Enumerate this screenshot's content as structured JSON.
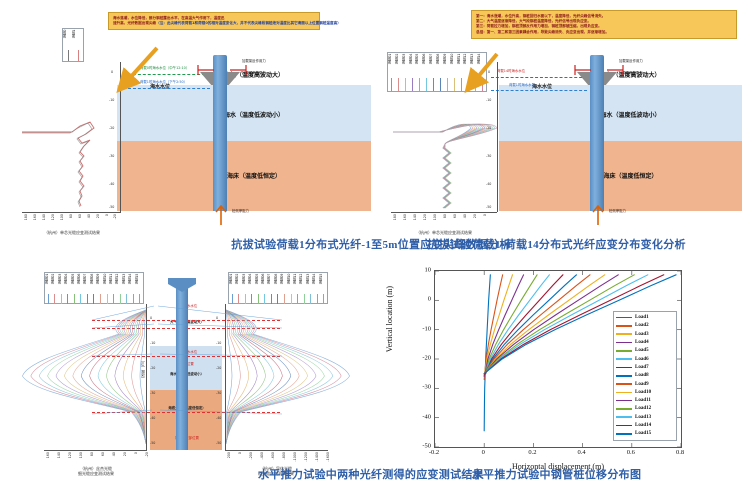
{
  "captions": {
    "top_left": "抗拔试验荷载1分布式光纤-1至5m位置应变尖峰数据分析",
    "top_right": "抗拔试验荷载1-荷载14分布式光纤应变分布变化分析",
    "bottom_left": "水平推力试验中两种光纤测得的应变测试结果",
    "bottom_right": "水平推力试验中钢管桩位移分布图"
  },
  "panel_top_left": {
    "callout": {
      "lines": [
        "海水落潮，水位降低，部分钢桩露出水平，在高温大气作用下，温度迅",
        "速升高，光纤数据出现尖峰"
      ],
      "note": "（注：此尖峰代表荷载1和荷载0的相对温度变化大，并不代表尖峰段钢桩绝对温度比其它海面以上位置钢桩温度高）"
    },
    "strata": [
      "大气（温度高波动大）",
      "海水（温度低波动小）",
      "海床（温度低恒定）"
    ],
    "labels": {
      "water_level": "海水水位",
      "tide_high": "荷载0时海水水位（中午12:10）",
      "tide_low": "荷载1时海水水位（下午2:50）",
      "load_reaction": "加载架反作用力",
      "load_friction": "加载架摩擦阻力",
      "pile_bottom": "桩侧摩阻力",
      "legend_title": "荷载0\n荷载1"
    },
    "x_axis_title": "（杭州）单芯光缆应变测试结果",
    "x_ticks": [
      "180",
      "160",
      "140",
      "120",
      "100",
      "80",
      "60",
      "40",
      "20",
      "0",
      "-20",
      "-40"
    ],
    "y_ticks": [
      "0",
      "-10",
      "-20",
      "-30",
      "-40",
      "-50"
    ]
  },
  "panel_top_right": {
    "callout": {
      "lines": [
        "第一：海水涨潮，水位升高，钢桩回归水面以下，温度降低，光纤尖峰信号消失。",
        "第二：大气温度逐渐降低，大气段钢桩温度降低，光纤信号出现负应变。",
        "第三：荷载拉力增加，钢桩顶部反作用力增加，钢桩顶部被压缩，出现负应变。",
        "总结：第一、第二和第三因素耦合作用，导致尖峰消失、负应变出现，并逐渐增加。"
      ]
    },
    "strata": [
      "大气（温度高波动大）",
      "海水（温度低波动小）",
      "海床（温度低恒定）"
    ],
    "labels": {
      "water_level": "海水水位",
      "tide_high": "荷载14时海水水位",
      "tide_low": "荷载1时海水水位",
      "load_reaction": "加载架反作用力",
      "load_friction": "加载架摩擦阻力",
      "pile_bottom": "桩侧摩阻力"
    },
    "legend_items": [
      "荷载01",
      "荷载02",
      "荷载03",
      "荷载04",
      "荷载05",
      "荷载06",
      "荷载07",
      "荷载08",
      "荷载09",
      "荷载10",
      "荷载11",
      "荷载12",
      "荷载13",
      "荷载14"
    ],
    "x_axis_title": "（杭州）单芯光缆应变测试结果",
    "x_ticks": [
      "180",
      "160",
      "140",
      "120",
      "100",
      "80",
      "60",
      "40",
      "20",
      "0",
      "-20",
      "-40"
    ],
    "y_ticks": [
      "0",
      "-10",
      "-20",
      "-30",
      "-40",
      "-50"
    ]
  },
  "panel_bottom_left": {
    "legend_items": [
      "荷载01",
      "荷载02",
      "荷载03",
      "荷载04",
      "荷载05",
      "荷载06",
      "荷载07",
      "荷载08",
      "荷载09",
      "荷载10",
      "荷载11",
      "荷载12",
      "荷载13",
      "荷载14",
      "荷载15"
    ],
    "center_labels": {
      "tide_high": "涨潮海水水位",
      "air": "大气（温度高波动大）",
      "tide_low": "退潮海水水位",
      "seabed_pos": "海床位置",
      "sea": "海水（温度低波动小）",
      "soil": "海底土层（温度低恒定）",
      "pile_bottom": "钢管桩底部位置"
    },
    "left_chart": {
      "x_axis_title": "（杭州）丝杰光缆\n细光缆应变测试结果",
      "x_ticks": [
        "160",
        "140",
        "120",
        "100",
        "80",
        "60",
        "40",
        "20",
        "0",
        "-20"
      ]
    },
    "right_chart": {
      "x_axis_title": "（杭州）导体光缆\n粗光缆应变测试结果",
      "x_ticks": [
        "200",
        "0",
        "-200",
        "-400",
        "-600",
        "-800",
        "-1000",
        "-1200",
        "-1400",
        "-1600"
      ]
    },
    "y_axis_title": "深度（m）",
    "y_ticks": [
      "0",
      "-10",
      "-20",
      "-30",
      "-40",
      "-50"
    ]
  },
  "chart_data": {
    "type": "line",
    "title": "",
    "xlabel": "Horizontal displacement (m)",
    "ylabel": "Vertical location (m)",
    "xlim": [
      -0.2,
      0.8
    ],
    "ylim": [
      -50,
      10
    ],
    "x_ticks": [
      "-0.2",
      "0",
      "0.2",
      "0.4",
      "0.6",
      "0.8"
    ],
    "y_ticks": [
      "10",
      "0",
      "-10",
      "-20",
      "-30",
      "-40",
      "-50"
    ],
    "grid": false,
    "legend_position": "right-bottom",
    "legend": [
      "Load1",
      "Load2",
      "Load3",
      "Load4",
      "Load5",
      "Load6",
      "Load7",
      "Load8",
      "Load9",
      "Load10",
      "Load11",
      "Load12",
      "Load13",
      "Load14",
      "Load15"
    ],
    "colors": [
      "#0072BD",
      "#D95319",
      "#EDB120",
      "#7E2F8E",
      "#77AC30",
      "#4DBEEE",
      "#A2142F",
      "#0072BD",
      "#D95319",
      "#EDB120",
      "#7E2F8E",
      "#77AC30",
      "#4DBEEE",
      "#A2142F",
      "#0072BD"
    ],
    "description": "Pile lateral deflection curves: vertical location (m) vs horizontal displacement (m) for 15 load steps. Each curve starts near zero displacement at the pile toe (-44 m for Load1, rising to about -25 m for higher loads) and increases monotonically toward the pile head at +8.7 m.",
    "series": [
      {
        "name": "Load1",
        "head_displacement": 0.025,
        "toe_depth": -44.5,
        "y": [
          8.7,
          5,
          0,
          -5,
          -10,
          -15,
          -20,
          -25,
          -30,
          -35,
          -40,
          -44.5
        ],
        "x": [
          0.025,
          0.022,
          0.018,
          0.015,
          0.012,
          0.009,
          0.006,
          0.004,
          0.002,
          0.001,
          0.0005,
          0
        ]
      },
      {
        "name": "Load2",
        "head_displacement": 0.075,
        "toe_depth": -27.0,
        "y": [
          8.7,
          5,
          0,
          -5,
          -10,
          -15,
          -20,
          -25,
          -27
        ],
        "x": [
          0.075,
          0.065,
          0.052,
          0.04,
          0.028,
          0.017,
          0.008,
          0.002,
          0
        ]
      },
      {
        "name": "Load3",
        "head_displacement": 0.115,
        "toe_depth": -26.0,
        "y": [
          8.7,
          5,
          0,
          -5,
          -10,
          -15,
          -20,
          -25,
          -26
        ],
        "x": [
          0.115,
          0.1,
          0.08,
          0.061,
          0.042,
          0.025,
          0.011,
          0.002,
          0
        ]
      },
      {
        "name": "Load4",
        "head_displacement": 0.16,
        "toe_depth": -26.0,
        "y": [
          8.7,
          5,
          0,
          -5,
          -10,
          -15,
          -20,
          -25,
          -26
        ],
        "x": [
          0.16,
          0.139,
          0.112,
          0.085,
          0.059,
          0.035,
          0.015,
          0.003,
          0
        ]
      },
      {
        "name": "Load5",
        "head_displacement": 0.215,
        "toe_depth": -25.5,
        "y": [
          8.7,
          5,
          0,
          -5,
          -10,
          -15,
          -20,
          -25,
          -25.5
        ],
        "x": [
          0.215,
          0.187,
          0.15,
          0.114,
          0.079,
          0.047,
          0.02,
          0.004,
          0
        ]
      },
      {
        "name": "Load6",
        "head_displacement": 0.265,
        "toe_depth": -25.5,
        "y": [
          8.7,
          5,
          0,
          -5,
          -10,
          -15,
          -20,
          -25,
          -25.5
        ],
        "x": [
          0.265,
          0.23,
          0.185,
          0.14,
          0.097,
          0.058,
          0.025,
          0.005,
          0
        ]
      },
      {
        "name": "Load7",
        "head_displacement": 0.32,
        "toe_depth": -25.5,
        "y": [
          8.7,
          5,
          0,
          -5,
          -10,
          -15,
          -20,
          -25,
          -25.5
        ],
        "x": [
          0.32,
          0.278,
          0.224,
          0.17,
          0.118,
          0.07,
          0.03,
          0.006,
          0
        ]
      },
      {
        "name": "Load8",
        "head_displacement": 0.375,
        "toe_depth": -25.0,
        "y": [
          8.7,
          5,
          0,
          -5,
          -10,
          -15,
          -20,
          -25
        ],
        "x": [
          0.375,
          0.326,
          0.263,
          0.199,
          0.138,
          0.082,
          0.035,
          0
        ]
      },
      {
        "name": "Load9",
        "head_displacement": 0.43,
        "toe_depth": -25.0,
        "y": [
          8.7,
          5,
          0,
          -5,
          -10,
          -15,
          -20,
          -25
        ],
        "x": [
          0.43,
          0.374,
          0.302,
          0.229,
          0.159,
          0.094,
          0.04,
          0
        ]
      },
      {
        "name": "Load10",
        "head_displacement": 0.49,
        "toe_depth": -25.0,
        "y": [
          8.7,
          5,
          0,
          -5,
          -10,
          -15,
          -20,
          -25
        ],
        "x": [
          0.49,
          0.426,
          0.344,
          0.261,
          0.181,
          0.108,
          0.046,
          0
        ]
      },
      {
        "name": "Load11",
        "head_displacement": 0.545,
        "toe_depth": -25.0,
        "y": [
          8.7,
          5,
          0,
          -5,
          -10,
          -15,
          -20,
          -25
        ],
        "x": [
          0.545,
          0.474,
          0.382,
          0.29,
          0.201,
          0.12,
          0.051,
          0
        ]
      },
      {
        "name": "Load12",
        "head_displacement": 0.61,
        "toe_depth": -25.0,
        "y": [
          8.7,
          5,
          0,
          -5,
          -10,
          -15,
          -20,
          -25
        ],
        "x": [
          0.61,
          0.53,
          0.428,
          0.325,
          0.225,
          0.134,
          0.057,
          0
        ]
      },
      {
        "name": "Load13",
        "head_displacement": 0.665,
        "toe_depth": -25.0,
        "y": [
          8.7,
          5,
          0,
          -5,
          -10,
          -15,
          -20,
          -25
        ],
        "x": [
          0.665,
          0.578,
          0.466,
          0.354,
          0.245,
          0.146,
          0.062,
          0
        ]
      },
      {
        "name": "Load14",
        "head_displacement": 0.73,
        "toe_depth": -25.0,
        "y": [
          8.7,
          5,
          0,
          -5,
          -10,
          -15,
          -20,
          -25
        ],
        "x": [
          0.73,
          0.635,
          0.512,
          0.389,
          0.269,
          0.16,
          0.068,
          0
        ]
      },
      {
        "name": "Load15",
        "head_displacement": 0.78,
        "toe_depth": -25.0,
        "y": [
          8.7,
          5,
          0,
          -5,
          -10,
          -15,
          -20,
          -25
        ],
        "x": [
          0.78,
          0.678,
          0.547,
          0.415,
          0.288,
          0.171,
          0.073,
          0
        ]
      }
    ]
  }
}
